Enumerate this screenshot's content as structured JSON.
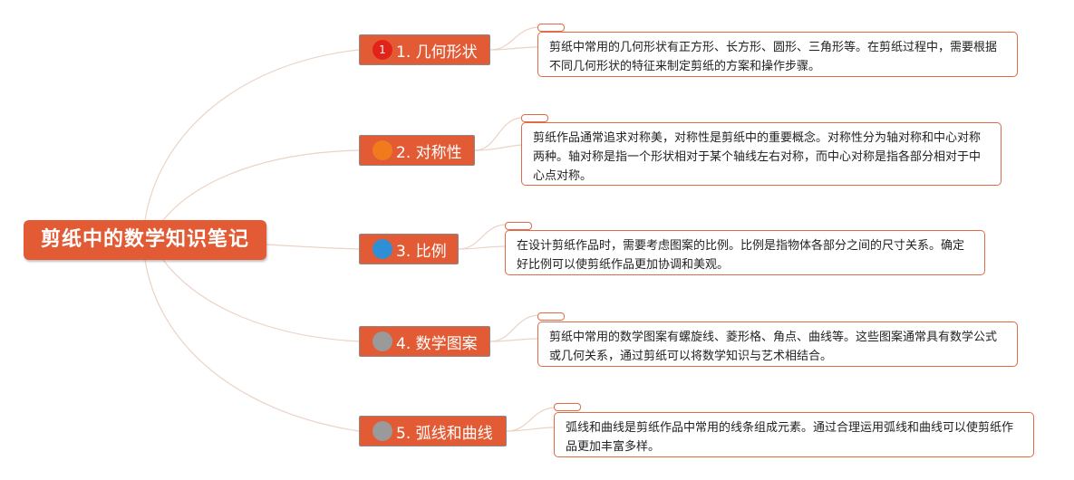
{
  "root": {
    "title": "剪纸中的数学知识笔记"
  },
  "branches": [
    {
      "badge": "1",
      "label": "1. 几何形状",
      "note": "剪纸中常用的几何形状有正方形、长方形、圆形、三角形等。在剪纸过程中，需要根据不同几何形状的特征来制定剪纸的方案和操作步骤。"
    },
    {
      "badge": "",
      "label": "2. 对称性",
      "note": "剪纸作品通常追求对称美，对称性是剪纸中的重要概念。对称性分为轴对称和中心对称两种。轴对称是指一个形状相对于某个轴线左右对称，而中心对称是指各部分相对于中心点对称。"
    },
    {
      "badge": "",
      "label": "3. 比例",
      "note": "在设计剪纸作品时，需要考虑图案的比例。比例是指物体各部分之间的尺寸关系。确定好比例可以使剪纸作品更加协调和美观。"
    },
    {
      "badge": "",
      "label": "4. 数学图案",
      "note": "剪纸中常用的数学图案有螺旋线、菱形格、角点、曲线等。这些图案通常具有数学公式或几何关系，通过剪纸可以将数学知识与艺术相结合。"
    },
    {
      "badge": "",
      "label": "5. 弧线和曲线",
      "note": "弧线和曲线是剪纸作品中常用的线条组成元素。通过合理运用弧线和曲线可以使剪纸作品更加丰富多样。"
    }
  ],
  "colors": {
    "root": "#e35b35",
    "topic": "#e35b35",
    "note_border": "#e06b45",
    "connector": "#ebd3c6",
    "badges": [
      "#e2231a",
      "#f07b1d",
      "#2f8fd6",
      "#9a9a9a",
      "#9a9a9a"
    ]
  }
}
